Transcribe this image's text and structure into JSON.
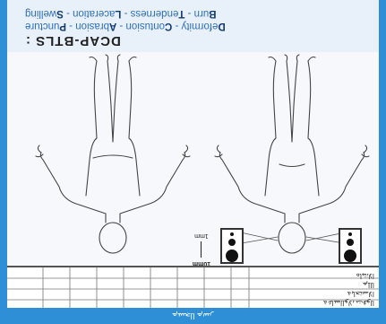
{
  "banner": {
    "title": "DCAP-BTLS :",
    "line1": [
      "D",
      "eformity - ",
      "C",
      "ontusion - ",
      "A",
      "brasion - ",
      "P",
      "uncture"
    ],
    "line2": [
      "B",
      "urn - ",
      "T",
      "enderness - ",
      "L",
      "aceration - ",
      "S",
      "welling"
    ]
  },
  "pupil_scale": {
    "label_top": "10mm",
    "label_bottom": "1mm"
  },
  "table": {
    "rows": [
      "ﺔﻋﺎﺴﻟاﻮﻟﺎﺑ ﺖﻗﻮﻟا",
      "ﺔﺑﺎﺠﺘﺳﻻا",
      "ﻢﻠﻟا",
      "ﻩﺎﺒﺘﻧﻻا"
    ]
  },
  "footer": {
    "text": "ﻢﺴﺠﻟا ﻢﺳر"
  },
  "colors": {
    "accent": "#2f8fd6",
    "banner_text": "#2f6fb8",
    "banner_initial": "#123b73"
  }
}
